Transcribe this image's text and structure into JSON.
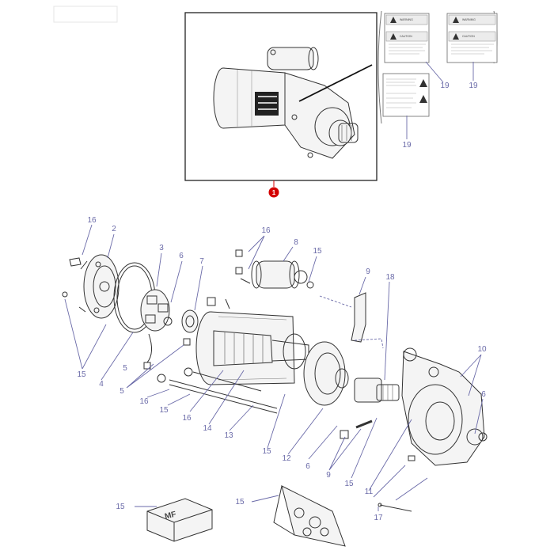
{
  "diagram": {
    "callout_labels": [
      "1",
      "2",
      "3",
      "4",
      "5",
      "5",
      "6",
      "6",
      "6",
      "7",
      "8",
      "9",
      "9",
      "10",
      "11",
      "12",
      "13",
      "14",
      "15",
      "15",
      "15",
      "15",
      "15",
      "15",
      "16",
      "16",
      "16",
      "16",
      "17",
      "18",
      "19",
      "19",
      "19"
    ],
    "highlight_label": "1",
    "kit_box_text": "MF",
    "warning_sticker_titles": [
      "WARNING",
      "WARNING",
      "CAUTION",
      "CAUTION"
    ],
    "colors": {
      "line": "#333333",
      "label": "#6a6aa8",
      "highlight": "#d40000"
    }
  }
}
